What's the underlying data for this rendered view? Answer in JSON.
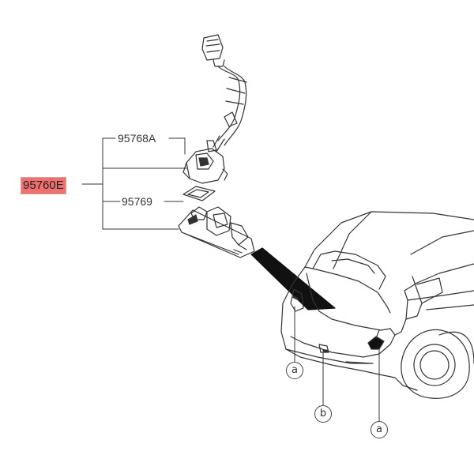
{
  "colors": {
    "line": "#333333",
    "highlight": "#f07070"
  },
  "parts": {
    "assembly": "95760E",
    "bracket": "95768A",
    "gasket": "95769"
  },
  "callouts": {
    "left": "a",
    "center": "b",
    "right": "a"
  }
}
